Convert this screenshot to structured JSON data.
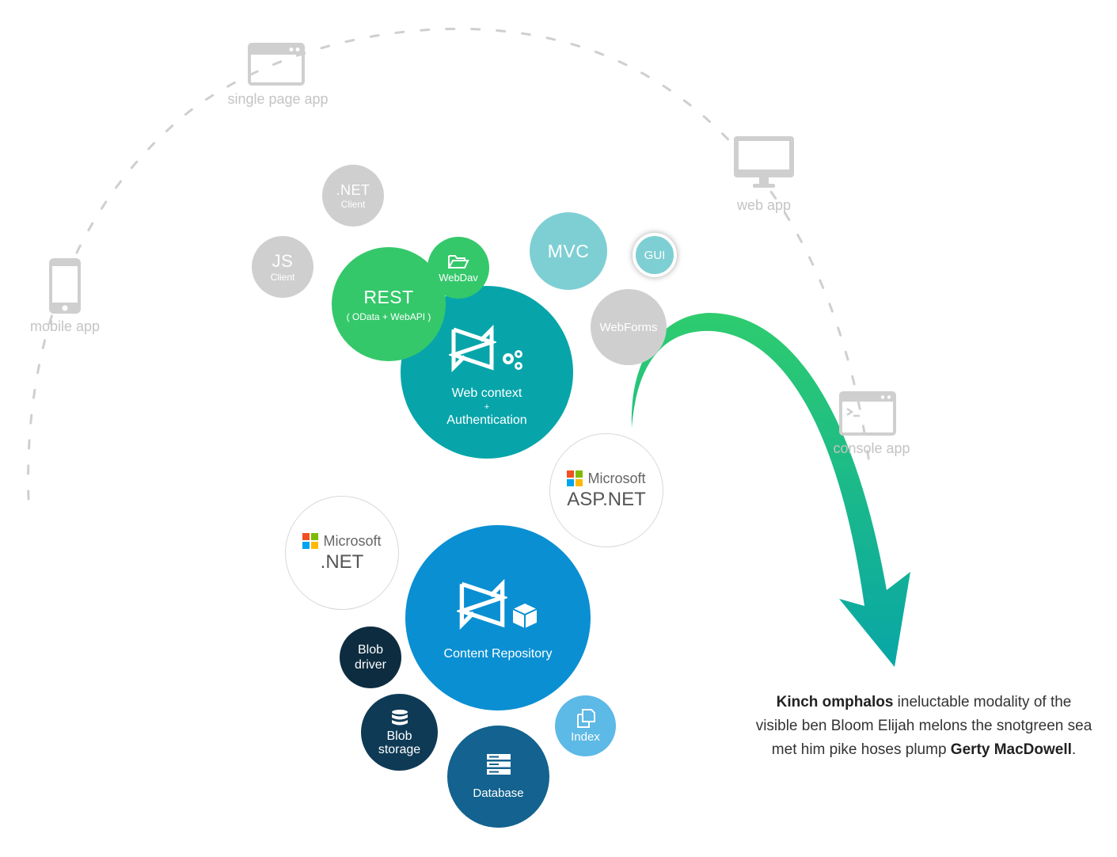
{
  "clients": {
    "spa": "single page app",
    "web": "web app",
    "mobile": "mobile app",
    "console": "console app"
  },
  "nodes": {
    "net_client": {
      "title": ".NET",
      "sub": "Client"
    },
    "js_client": {
      "title": "JS",
      "sub": "Client"
    },
    "rest": {
      "title": "REST",
      "sub": "( OData + WebAPI )"
    },
    "webdav": "WebDav",
    "web_context": {
      "line1": "Web context",
      "plus": "+",
      "line2": "Authentication"
    },
    "mvc": "MVC",
    "gui": "GUI",
    "webforms": "WebForms",
    "aspnet": {
      "brand": "Microsoft",
      "product": "ASP.NET"
    },
    "dotnet": {
      "brand": "Microsoft",
      "product": ".NET"
    },
    "content_repo": "Content Repository",
    "blob_driver": {
      "line1": "Blob",
      "line2": "driver"
    },
    "blob_storage": {
      "line1": "Blob",
      "line2": "storage"
    },
    "database": "Database",
    "index": "Index"
  },
  "caption": {
    "bold1": "Kinch omphalos",
    "text1": " ineluctable modality of the visible ben Bloom Elijah melons the snotgreen sea met him pike hoses plump ",
    "bold2": "Gerty MacDowell",
    "end": "."
  },
  "colors": {
    "grey": "#cfcfcf",
    "green": "#34c86a",
    "teal": "#07a5aa",
    "blue": "#0a8fd3",
    "navy": "#0d2c40",
    "arrow_top": "#2ecc6e",
    "arrow_bottom": "#0aa8a4"
  },
  "icons": [
    "browser-window-icon",
    "monitor-icon",
    "smartphone-icon",
    "terminal-icon",
    "folder-open-icon",
    "gears-icon",
    "cube-icon",
    "database-stack-icon",
    "server-icon",
    "documents-icon",
    "sensenet-logo-icon",
    "microsoft-logo-icon"
  ]
}
